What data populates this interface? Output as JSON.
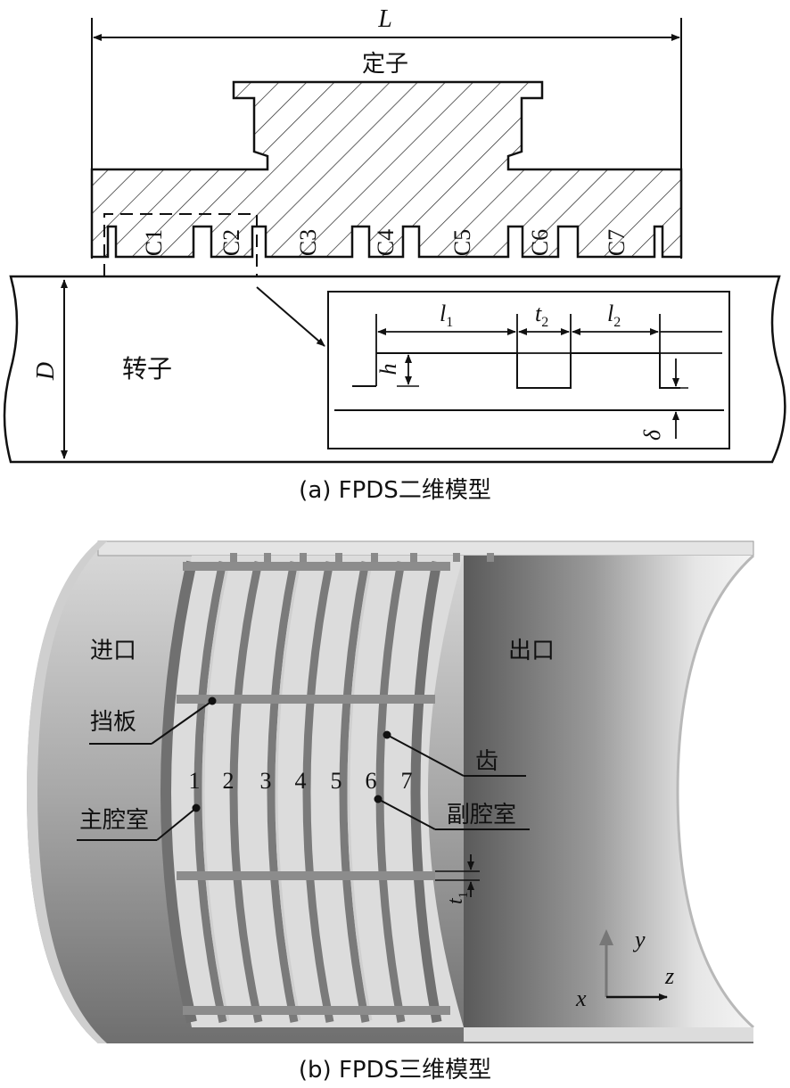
{
  "figure_a": {
    "caption": "(a) FPDS二维模型",
    "length_label": "L",
    "stator_label": "定子",
    "rotor_label": "转子",
    "diameter_label": "D",
    "cavities": [
      "C1",
      "C2",
      "C3",
      "C4",
      "C5",
      "C6",
      "C7"
    ],
    "detail": {
      "l1": "l",
      "l1_sub": "1",
      "t2": "t",
      "t2_sub": "2",
      "l2": "l",
      "l2_sub": "2",
      "h": "h",
      "delta": "δ"
    }
  },
  "figure_b": {
    "caption": "(b) FPDS三维模型",
    "inlet_label": "进口",
    "outlet_label": "出口",
    "baffle_label": "挡板",
    "main_chamber_label": "主腔室",
    "tooth_label": "齿",
    "sub_chamber_label": "副腔室",
    "cavity_numbers": [
      "1",
      "2",
      "3",
      "4",
      "5",
      "6",
      "7"
    ],
    "t1": "t",
    "t1_sub": "1",
    "axes": {
      "y": "y",
      "z": "z",
      "x": "x"
    }
  }
}
